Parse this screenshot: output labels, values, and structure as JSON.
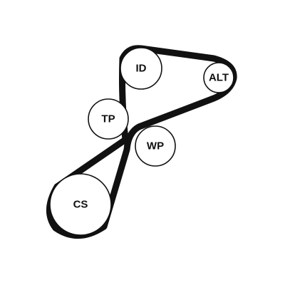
{
  "colors": {
    "belt": "#111111",
    "pulley_stroke": "#111111",
    "pulley_fill": "#ffffff",
    "text": "#111111",
    "background": "#ffffff"
  },
  "pulleys": {
    "id": {
      "label": "ID"
    },
    "alt": {
      "label": "ALT"
    },
    "tp": {
      "label": "TP"
    },
    "wp": {
      "label": "WP"
    },
    "cs": {
      "label": "CS"
    }
  }
}
